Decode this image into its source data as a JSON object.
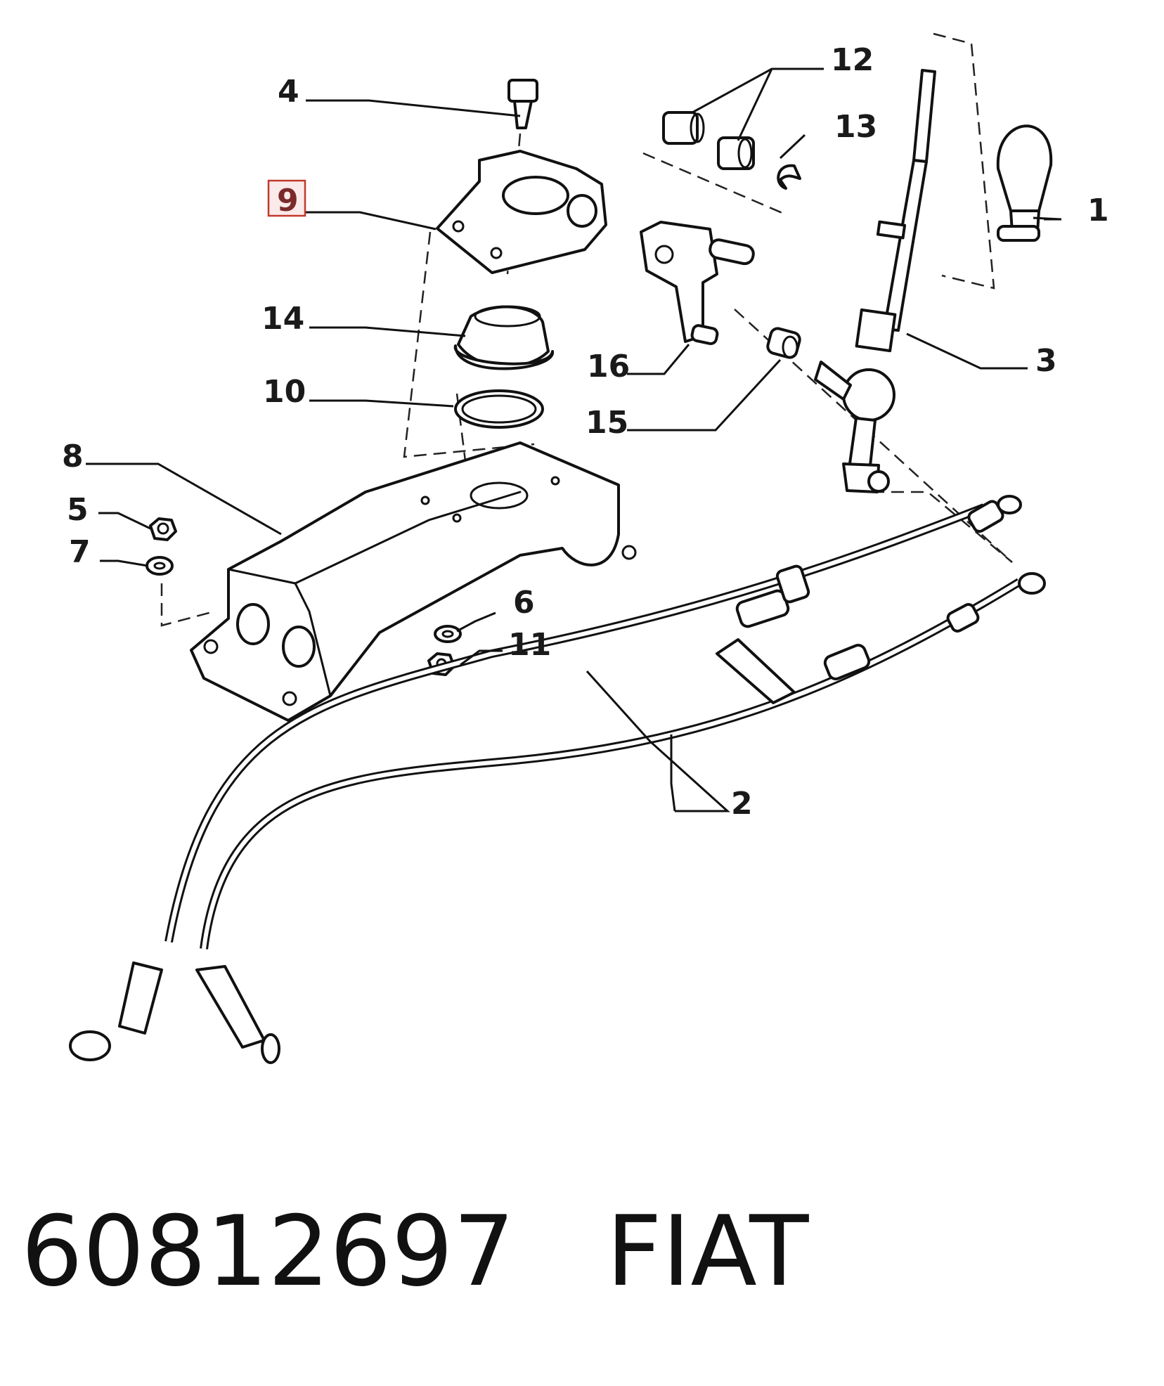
{
  "callouts": {
    "c1": "1",
    "c2": "2",
    "c3": "3",
    "c4": "4",
    "c5": "5",
    "c6": "6",
    "c7": "7",
    "c8": "8",
    "c9": "9",
    "c10": "10",
    "c11": "11",
    "c12": "12",
    "c13": "13",
    "c14": "14",
    "c15": "15",
    "c16": "16"
  },
  "highlighted_callout": "9",
  "colors": {
    "highlight_border": "#c0392b",
    "highlight_fill": "#fbeaea",
    "ink": "#111111"
  },
  "footer": {
    "part_number": "60812697",
    "brand": "FIAT"
  }
}
